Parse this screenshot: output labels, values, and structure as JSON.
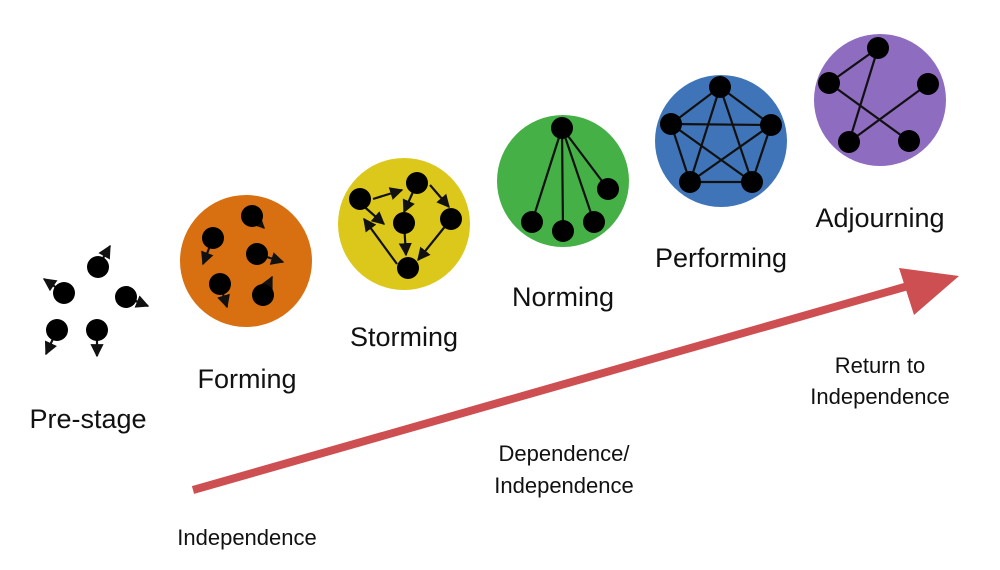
{
  "stages": [
    {
      "id": "pre-stage",
      "label": "Pre-stage",
      "color": null
    },
    {
      "id": "forming",
      "label": "Forming",
      "color": "#d87012"
    },
    {
      "id": "storming",
      "label": "Storming",
      "color": "#dcc81a"
    },
    {
      "id": "norming",
      "label": "Norming",
      "color": "#45b046"
    },
    {
      "id": "performing",
      "label": "Performing",
      "color": "#3f75b8"
    },
    {
      "id": "adjourning",
      "label": "Adjourning",
      "color": "#8e6cc0"
    }
  ],
  "progression": {
    "arrow_color": "#cd4f52",
    "phases": [
      {
        "id": "independence",
        "lines": [
          "Independence"
        ]
      },
      {
        "id": "dependence-independence",
        "lines": [
          "Dependence/",
          "Independence"
        ]
      },
      {
        "id": "return-to-independence",
        "lines": [
          "Return to",
          "Independence"
        ]
      }
    ]
  }
}
